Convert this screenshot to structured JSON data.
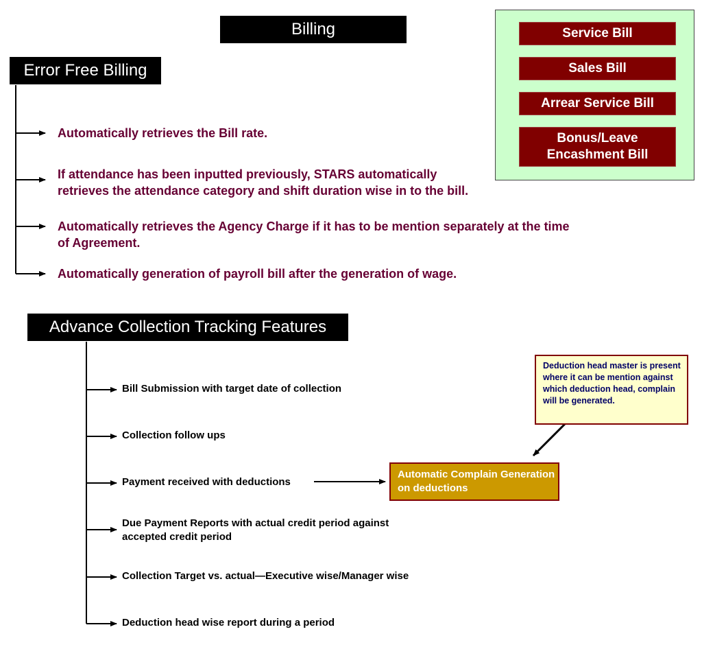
{
  "billing": {
    "title": "Billing"
  },
  "bill_types": {
    "items": [
      "Service Bill",
      "Sales Bill",
      "Arrear Service Bill",
      "Bonus/Leave Encashment  Bill"
    ],
    "colors": {
      "panel_bg": "#ccffcc",
      "button_bg": "#800000",
      "button_text": "#ffffff"
    }
  },
  "error_free": {
    "title": "Error Free Billing",
    "items": [
      "Automatically retrieves the Bill rate.",
      "If attendance has been inputted previously, STARS automatically retrieves the attendance category and shift duration wise in to the bill.",
      "Automatically retrieves the Agency Charge if it has to be mention separately at the time of Agreement.",
      "Automatically generation of payroll bill after the generation of wage."
    ],
    "text_color": "#660033"
  },
  "advance": {
    "title": "Advance Collection Tracking Features",
    "items": [
      "Bill Submission  with target date of collection",
      "Collection follow ups",
      "Payment received with deductions",
      "Due Payment Reports with actual credit period against accepted credit period",
      "Collection Target vs. actual—Executive  wise/Manager wise",
      "Deduction head wise report during a period"
    ]
  },
  "complain": {
    "text": "Automatic Complain Generation on deductions",
    "bg_color": "#cc9900"
  },
  "note": {
    "text": "Deduction head master is present where it can be mention against which deduction head, complain will be generated.",
    "bg_color": "#ffffcc",
    "text_color": "#000066"
  }
}
